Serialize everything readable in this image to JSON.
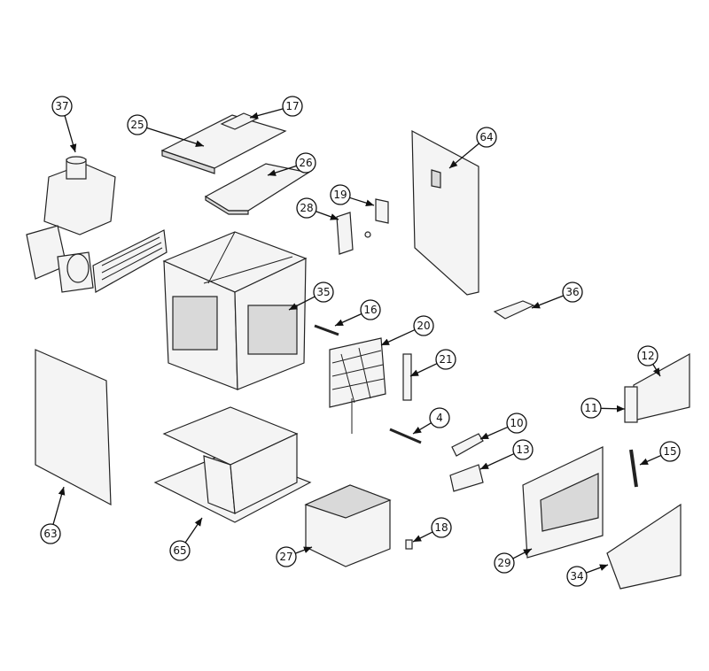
{
  "diagram": {
    "type": "exploded-parts-diagram",
    "callouts": [
      {
        "id": "37",
        "label": "37"
      },
      {
        "id": "25",
        "label": "25"
      },
      {
        "id": "17",
        "label": "17"
      },
      {
        "id": "26",
        "label": "26"
      },
      {
        "id": "64",
        "label": "64"
      },
      {
        "id": "19",
        "label": "19"
      },
      {
        "id": "28",
        "label": "28"
      },
      {
        "id": "35",
        "label": "35"
      },
      {
        "id": "16",
        "label": "16"
      },
      {
        "id": "36",
        "label": "36"
      },
      {
        "id": "20",
        "label": "20"
      },
      {
        "id": "21",
        "label": "21"
      },
      {
        "id": "12",
        "label": "12"
      },
      {
        "id": "11",
        "label": "11"
      },
      {
        "id": "4",
        "label": "4"
      },
      {
        "id": "10",
        "label": "10"
      },
      {
        "id": "13",
        "label": "13"
      },
      {
        "id": "15",
        "label": "15"
      },
      {
        "id": "63",
        "label": "63"
      },
      {
        "id": "65",
        "label": "65"
      },
      {
        "id": "27",
        "label": "27"
      },
      {
        "id": "18",
        "label": "18"
      },
      {
        "id": "29",
        "label": "29"
      },
      {
        "id": "34",
        "label": "34"
      }
    ]
  }
}
